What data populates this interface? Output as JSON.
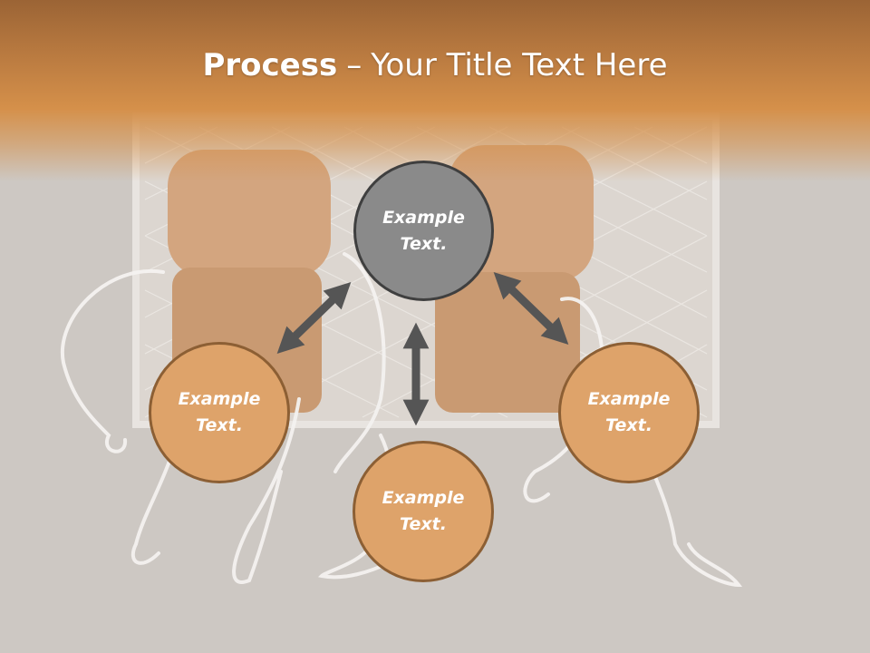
{
  "slide": {
    "title_bold": "Process",
    "title_separator": "–",
    "title_rest": "Your Title Text Here"
  },
  "nodes": [
    {
      "line1": "Example",
      "line2": "Text.",
      "style": "gray"
    },
    {
      "line1": "Example",
      "line2": "Text.",
      "style": "orange"
    },
    {
      "line1": "Example",
      "line2": "Text.",
      "style": "orange"
    },
    {
      "line1": "Example",
      "line2": "Text.",
      "style": "orange"
    }
  ],
  "colors": {
    "accent_orange": "#dea36a",
    "orange_border": "#8c5f34",
    "center_gray": "#8a8a8a",
    "arrow_gray": "#555555",
    "header_brown": "#b97a40"
  },
  "icons": [
    "double-arrow-icon"
  ]
}
